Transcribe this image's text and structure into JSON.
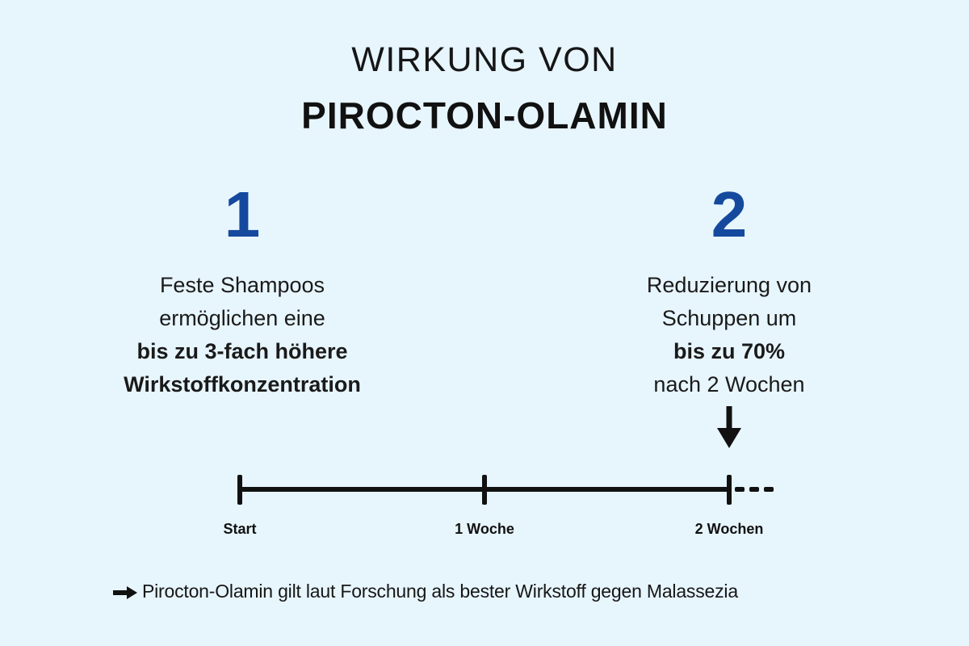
{
  "colors": {
    "background": "#e7f5fd",
    "accent_blue": "#14499e",
    "text_black": "#161616"
  },
  "title": {
    "line1": "WIRKUNG VON",
    "line2": "PIROCTON-OLAMIN"
  },
  "steps": [
    {
      "number": "1",
      "lines": [
        {
          "text": "Feste Shampoos",
          "bold": false
        },
        {
          "text": "ermöglichen eine",
          "bold": false
        },
        {
          "text": "bis zu 3-fach höhere",
          "bold": true
        },
        {
          "text": "Wirkstoffkonzentration",
          "bold": true
        }
      ]
    },
    {
      "number": "2",
      "lines": [
        {
          "text": "Reduzierung von",
          "bold": false
        },
        {
          "text": "Schuppen um",
          "bold": false
        },
        {
          "text": "bis zu 70%",
          "bold": true
        },
        {
          "text": "nach 2 Wochen",
          "bold": false
        }
      ]
    }
  ],
  "icons": {
    "step2_pointer": "arrow-down",
    "footnote_bullet": "arrow-right"
  },
  "timeline": {
    "labels": [
      "Start",
      "1 Woche",
      "2 Wochen"
    ],
    "dashed_extension": true
  },
  "footnote": {
    "text": "Pirocton-Olamin gilt laut Forschung als bester Wirkstoff gegen Malassezia"
  }
}
